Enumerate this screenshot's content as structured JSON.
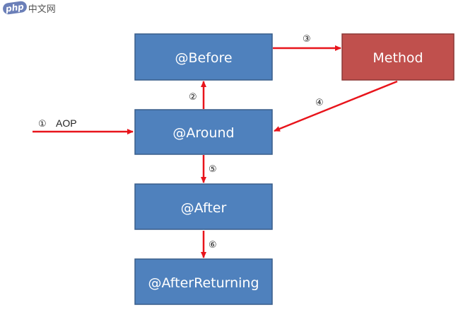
{
  "watermark": {
    "logo_text": "php",
    "site_text": "中文网"
  },
  "colors": {
    "box_blue": "#4f81bd",
    "box_blue_border": "#385d8a",
    "box_red": "#c0504d",
    "box_red_border": "#8c3836",
    "arrow": "#e8141b"
  },
  "boxes": {
    "before": "@Before",
    "method": "Method",
    "around": "@Around",
    "after": "@After",
    "after_returning": "@AfterReturning"
  },
  "steps": {
    "step1": "①",
    "aop": "AOP",
    "step2": "②",
    "step3": "③",
    "step4": "④",
    "step5": "⑤",
    "step6": "⑥"
  }
}
